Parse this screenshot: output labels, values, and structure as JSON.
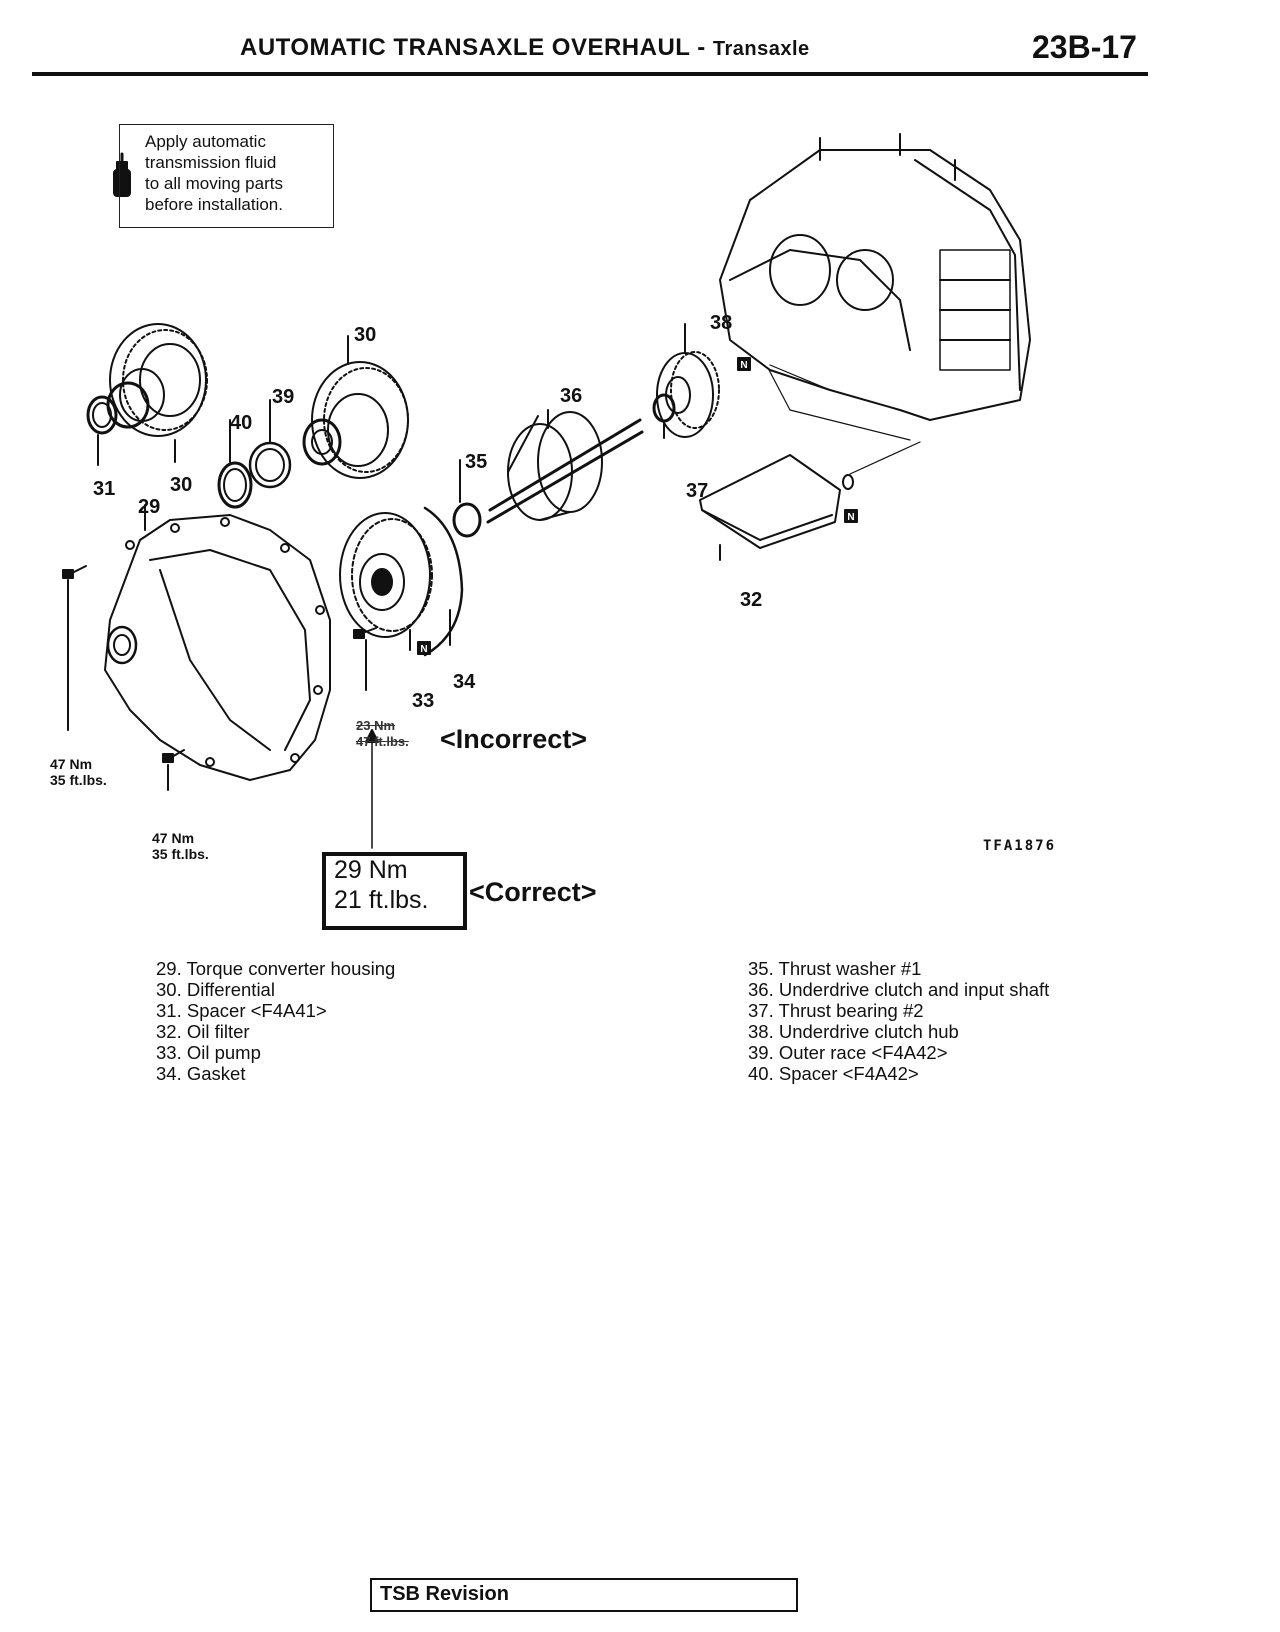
{
  "header": {
    "title": "AUTOMATIC TRANSAXLE OVERHAUL",
    "separator": "-",
    "subtitle": "Transaxle",
    "page": "23B-17"
  },
  "note": [
    "Apply automatic",
    "transmission fluid",
    "to all moving parts",
    "before installation."
  ],
  "callouts": {
    "c29": "29",
    "c30a": "30",
    "c30b": "30",
    "c31": "31",
    "c32": "32",
    "c33": "33",
    "c34": "34",
    "c35": "35",
    "c36": "36",
    "c37": "37",
    "c38": "38",
    "c39": "39",
    "c40": "40",
    "n_mark": "N"
  },
  "torque": {
    "bolt_left": {
      "nm": "47 Nm",
      "ftlbs": "35 ft.lbs."
    },
    "bolt_bottom": {
      "nm": "47 Nm",
      "ftlbs": "35 ft.lbs."
    },
    "incorrect_old_nm": "23 Nm",
    "incorrect_old_ftlbs": "47 ft.lbs.",
    "incorrect_label": "<Incorrect>",
    "correct_nm": "29 Nm",
    "correct_ftlbs": "21 ft.lbs.",
    "correct_label": "<Correct>"
  },
  "figure_code": "TFA1876",
  "parts_left": [
    "29. Torque converter housing",
    "30. Differential",
    "31. Spacer <F4A41>",
    "32. Oil filter",
    "33. Oil pump",
    "34. Gasket"
  ],
  "parts_right": [
    "35. Thrust washer #1",
    "36. Underdrive clutch and input shaft",
    "37. Thrust bearing #2",
    "38. Underdrive clutch hub",
    "39. Outer race <F4A42>",
    "40. Spacer <F4A42>"
  ],
  "footer": {
    "tsb_label": "TSB Revision"
  }
}
